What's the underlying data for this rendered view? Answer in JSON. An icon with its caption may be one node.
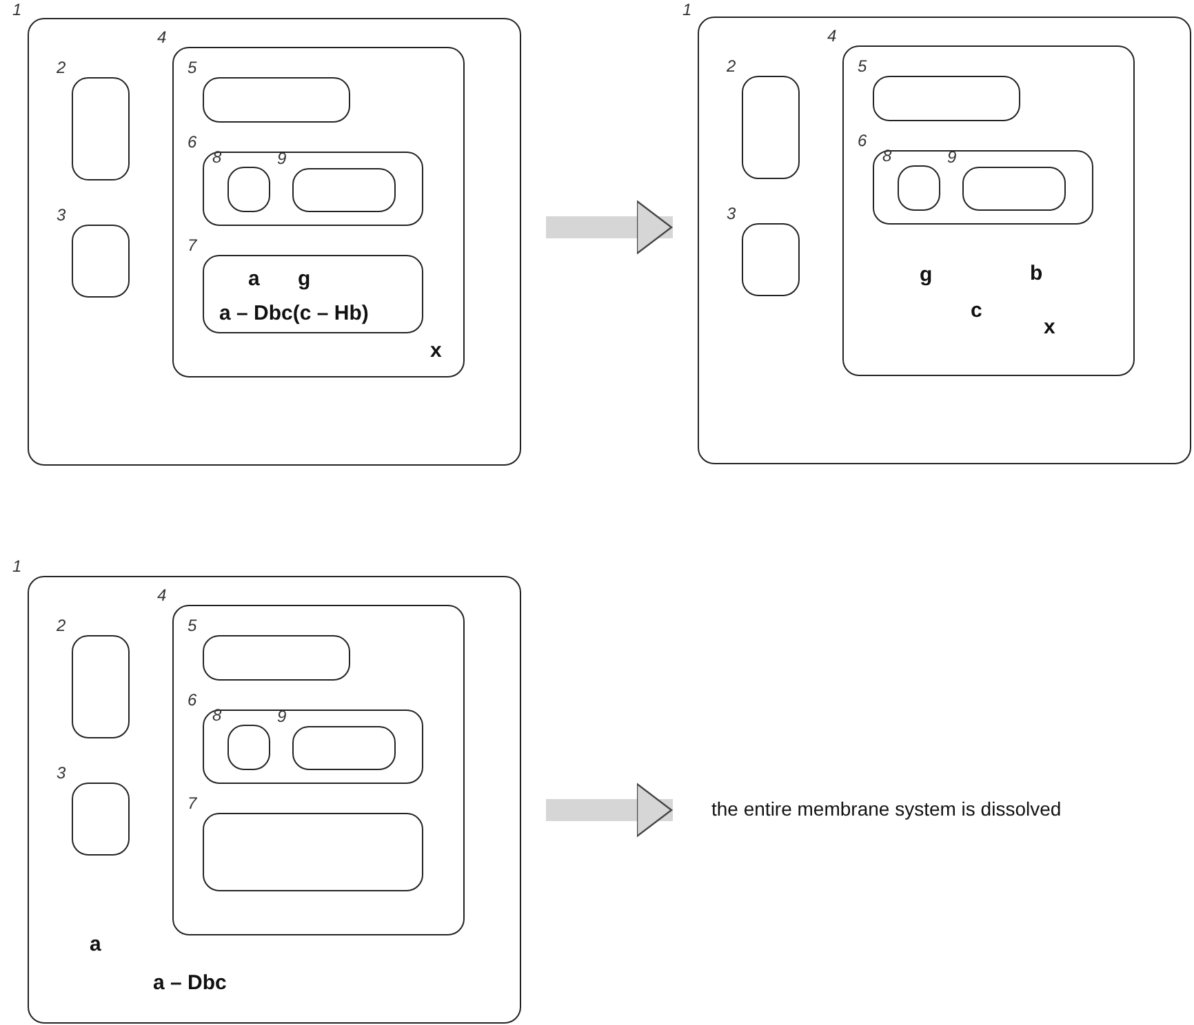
{
  "diagram": {
    "nodes": [
      {
        "text": [],
        "shape": "box",
        "beside": [
          "1"
        ]
      },
      {
        "text": [],
        "shape": "box",
        "beside": [
          "2"
        ],
        "in": 0
      },
      {
        "text": [],
        "shape": "box",
        "beside": [
          "3"
        ],
        "in": 0
      },
      {
        "text": [
          "x"
        ],
        "beside": [
          "4"
        ],
        "in": 0
      },
      {
        "text": [],
        "shape": "box",
        "beside": [
          "5"
        ],
        "in": 3
      },
      {
        "text": [],
        "shape": "box",
        "beside": [
          "6"
        ],
        "in": 3
      },
      {
        "text": [],
        "shape": "box",
        "beside": [
          "8"
        ],
        "in": 5
      },
      {
        "text": [],
        "shape": "box",
        "beside": [
          "9"
        ],
        "in": 5
      },
      {
        "text": [
          "a",
          "g",
          "a – Dbc(c – Hb)"
        ],
        "beside": [
          "7"
        ],
        "in": 3
      },
      {
        "text": [],
        "shape": "box",
        "beside": [
          "1"
        ]
      },
      {
        "text": [],
        "shape": "box",
        "beside": [
          "2"
        ],
        "in": 9
      },
      {
        "text": [],
        "shape": "box",
        "beside": [
          "3"
        ],
        "in": 9
      },
      {
        "text": [
          "g",
          "b",
          "c",
          "x"
        ],
        "beside": [
          "4"
        ],
        "in": 9
      },
      {
        "text": [],
        "shape": "box",
        "beside": [
          "5"
        ],
        "in": 12
      },
      {
        "text": [],
        "shape": "box",
        "beside": [
          "6"
        ],
        "in": 12
      },
      {
        "text": [],
        "shape": "box",
        "beside": [
          "8"
        ],
        "in": 14
      },
      {
        "text": [],
        "shape": "box",
        "beside": [
          "9"
        ],
        "in": 14
      },
      {
        "text": [
          "a",
          "a – Dbc"
        ],
        "beside": [
          "1"
        ]
      },
      {
        "text": [],
        "shape": "box",
        "beside": [
          "2"
        ],
        "in": 17
      },
      {
        "text": [],
        "shape": "box",
        "beside": [
          "3"
        ],
        "in": 17
      },
      {
        "text": [],
        "shape": "box",
        "beside": [
          "4"
        ],
        "in": 17
      },
      {
        "text": [],
        "shape": "box",
        "beside": [
          "5"
        ],
        "in": 20
      },
      {
        "text": [],
        "shape": "box",
        "beside": [
          "6"
        ],
        "in": 20
      },
      {
        "text": [],
        "shape": "box",
        "beside": [
          "8"
        ],
        "in": 22
      },
      {
        "text": [],
        "shape": "box",
        "beside": [
          "9"
        ],
        "in": 22
      },
      {
        "text": [],
        "shape": "box",
        "beside": [
          "7"
        ],
        "in": 20
      },
      {
        "text": [
          "the entire membrane system is dissolved"
        ]
      }
    ],
    "edges": [
      {
        "from": 0,
        "to": 9,
        "arrow": "to"
      },
      {
        "from": 17,
        "to": 26,
        "arrow": "to"
      }
    ]
  }
}
